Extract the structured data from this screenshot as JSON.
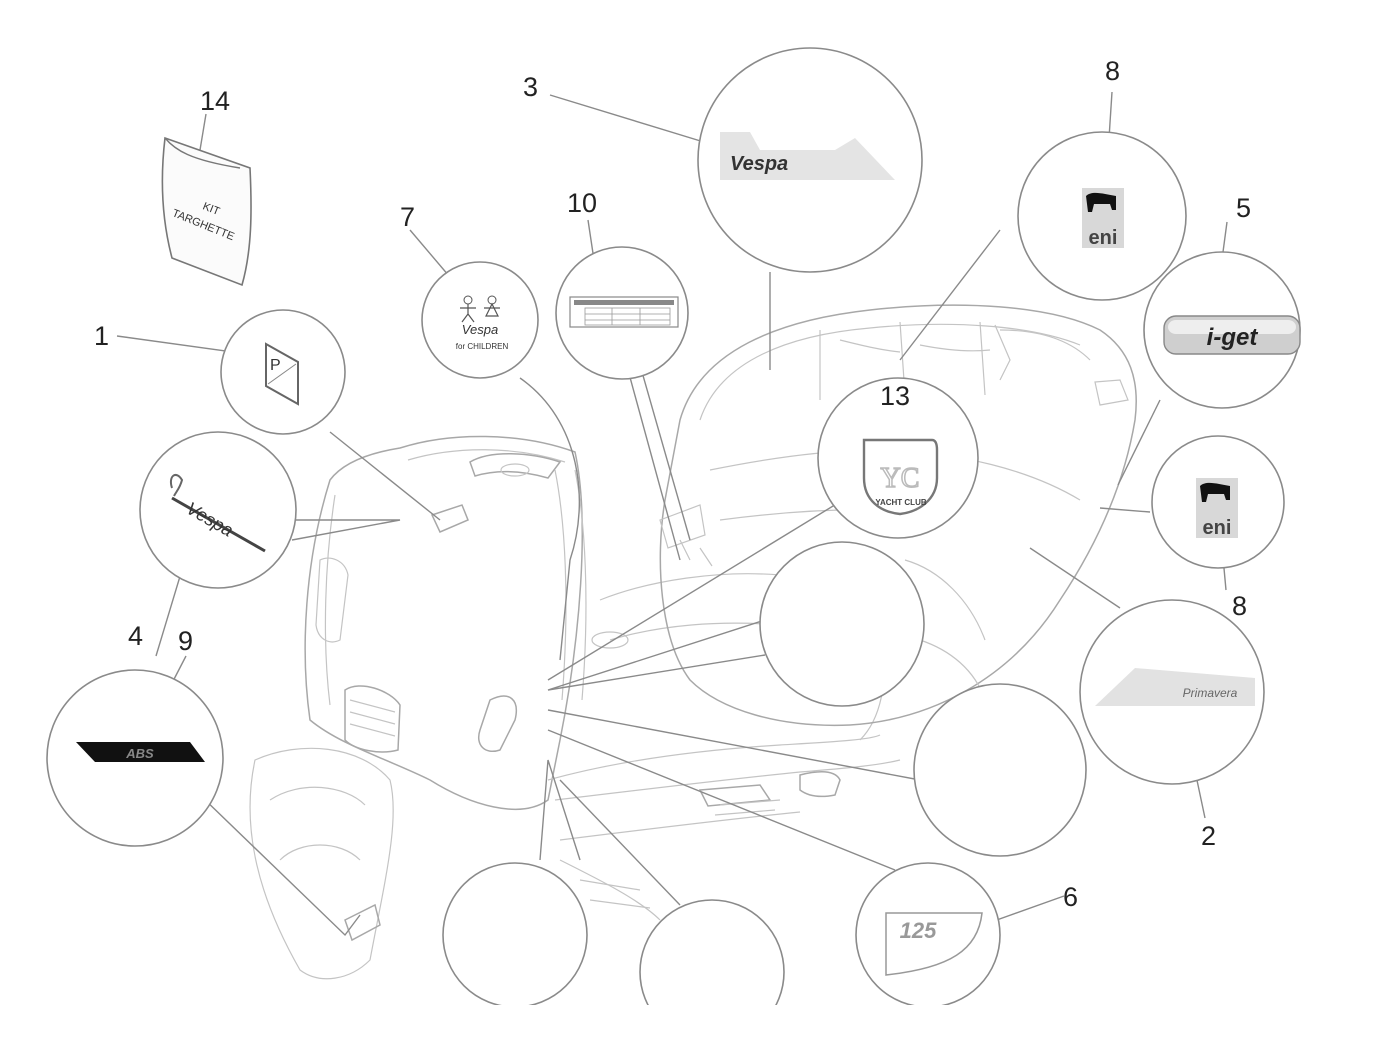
{
  "diagram": {
    "title": "Vespa decals and badges exploded view",
    "callouts": [
      {
        "id": "1",
        "label": "1",
        "part": "P-shaped plate badge"
      },
      {
        "id": "2",
        "label": "2",
        "part": "Primavera side decal"
      },
      {
        "id": "3",
        "label": "3",
        "part": "Vespa logo side decal"
      },
      {
        "id": "4",
        "label": "4",
        "part": "Vespa script emblem"
      },
      {
        "id": "5",
        "label": "5",
        "part": "i-get badge"
      },
      {
        "id": "6",
        "label": "6",
        "part": "125 decal"
      },
      {
        "id": "7",
        "label": "7",
        "part": "Vespa for children decal"
      },
      {
        "id": "8a",
        "label": "8",
        "part": "eni sticker"
      },
      {
        "id": "8b",
        "label": "8",
        "part": "eni sticker"
      },
      {
        "id": "9",
        "label": "9",
        "part": "ABS decal"
      },
      {
        "id": "10",
        "label": "10",
        "part": "Tyre pressure label"
      },
      {
        "id": "13",
        "label": "13",
        "part": "Yacht Club badge"
      },
      {
        "id": "14",
        "label": "14",
        "part": "Plate kit bag"
      }
    ],
    "badge_text": {
      "kit_line1": "KIT",
      "kit_line2": "TARGHETTE",
      "abs": "ABS",
      "eni": "eni",
      "yacht_club": "YACHT CLUB",
      "num125": "125",
      "iget": "i-get",
      "primavera": "Primavera",
      "vespa": "Vespa",
      "for_children": "for CHILDREN",
      "p_plate": "P"
    }
  }
}
